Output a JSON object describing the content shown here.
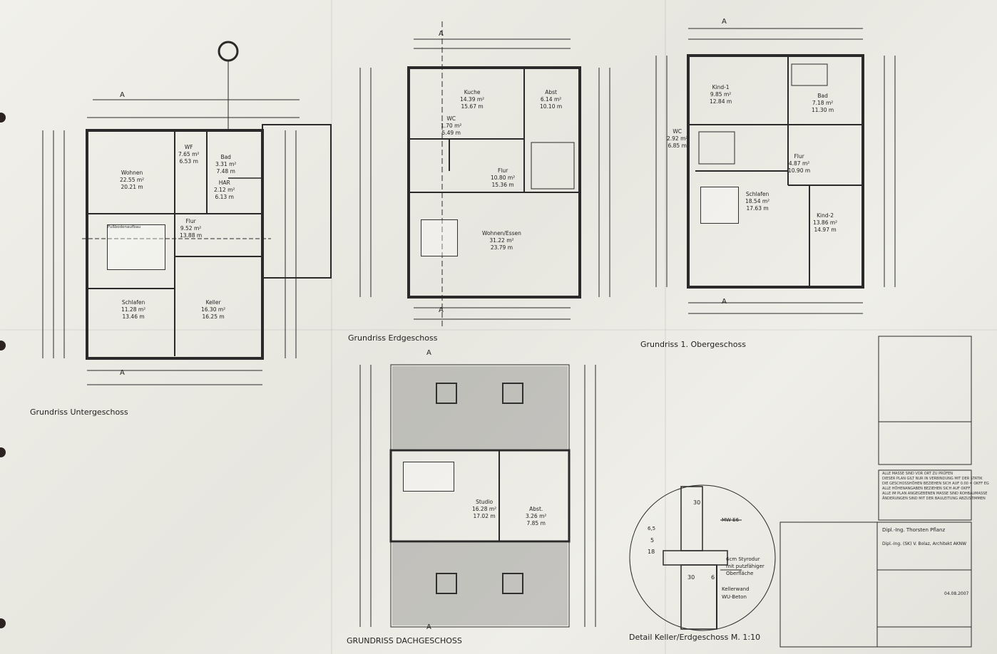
{
  "titles": {
    "untergeschoss": "Grundriss Untergeschoss",
    "erdgeschoss": "Grundriss Erdgeschoss",
    "obergeschoss": "Grundriss 1. Obergeschoss",
    "dachgeschoss": "GRUNDRISS DACHGESCHOSS",
    "detail": "Detail Keller/Erdgeschoss M. 1:10"
  },
  "ug_rooms": [
    {
      "name": "Wohnen",
      "a": "22.55 m²",
      "b": "20.21 m"
    },
    {
      "name": "WF",
      "a": "7.65 m²",
      "b": "6.53 m"
    },
    {
      "name": "Bad",
      "a": "3.31 m²",
      "b": "7.48 m"
    },
    {
      "name": "HAR",
      "a": "2.12 m²",
      "b": "6.13 m"
    },
    {
      "name": "Flur",
      "a": "9.52 m²",
      "b": "13.88 m"
    },
    {
      "name": "Schlafen",
      "a": "11.28 m²",
      "b": "13.46 m"
    },
    {
      "name": "Keller",
      "a": "16.30 m²",
      "b": "16.25 m"
    }
  ],
  "eg_rooms": [
    {
      "name": "Kuche",
      "a": "14.39 m²",
      "b": "15.67 m"
    },
    {
      "name": "Abst",
      "a": "6.14 m²",
      "b": "10.10 m"
    },
    {
      "name": "WC",
      "a": "1.70 m²",
      "b": "5.49 m"
    },
    {
      "name": "Flur",
      "a": "10.80 m²",
      "b": "15.36 m"
    },
    {
      "name": "Wohnen/Essen",
      "a": "31.22 m²",
      "b": "23.79 m"
    }
  ],
  "og_rooms": [
    {
      "name": "Kind-1",
      "a": "9.85 m²",
      "b": "12.84 m"
    },
    {
      "name": "Bad",
      "a": "7.18 m²",
      "b": "11.30 m"
    },
    {
      "name": "WC",
      "a": "2.92 m²",
      "b": "6.85 m"
    },
    {
      "name": "Flur",
      "a": "4.87 m²",
      "b": "10.90 m"
    },
    {
      "name": "Schlafen",
      "a": "18.54 m²",
      "b": "17.63 m"
    },
    {
      "name": "Kind-2",
      "a": "13.86 m²",
      "b": "14.97 m"
    }
  ],
  "dg_rooms": [
    {
      "name": "Studio",
      "a": "16.28 m²",
      "b": "17.02 m"
    },
    {
      "name": "Abst.",
      "a": "3.26 m²",
      "b": "7.85 m"
    }
  ],
  "detail": {
    "dim_top": "30",
    "dim_mid": "30",
    "dim_small": "6",
    "dim_18": "18",
    "dim_5": "5",
    "dim_65": "6,5",
    "mw": "MW E6",
    "styrodur": "6cm Styrodur",
    "styrodur2": "mit putzfähiger",
    "styrodur3": "Oberfläche",
    "kellerwand": "Kellerwand",
    "wu": "WU-Beton"
  },
  "ug_floor": "Fußbodenaufbau",
  "architect": {
    "name1": "Dipl.-Ing. Thorsten Pflanz",
    "name2": "Dipl.-Ing. (SK) V. Bolaz, Architekt AKNW",
    "date": "04.08.2007"
  },
  "notes": [
    "ALLE MASSE SIND VOR ORT ZU PRÜFEN",
    "DIESER PLAN GILT NUR IN VERBINDUNG MIT DER STATIK",
    "DIE GESCHOSSHÖHEN BEZIEHEN SICH AUF 0.00 = OKFF EG",
    "ALLE HÖHENANGABEN BEZIEHEN SICH AUF OKFF",
    "ALLE IM PLAN ANGEGEBENEN MASSE SIND ROHBAUMASSE",
    "ÄNDERUNGEN SIND MIT DER BAULEITUNG ABZUSTIMMEN"
  ],
  "section_marker": "A",
  "colors": {
    "ink": "#2a2a2a",
    "paper": "#eeede7"
  }
}
